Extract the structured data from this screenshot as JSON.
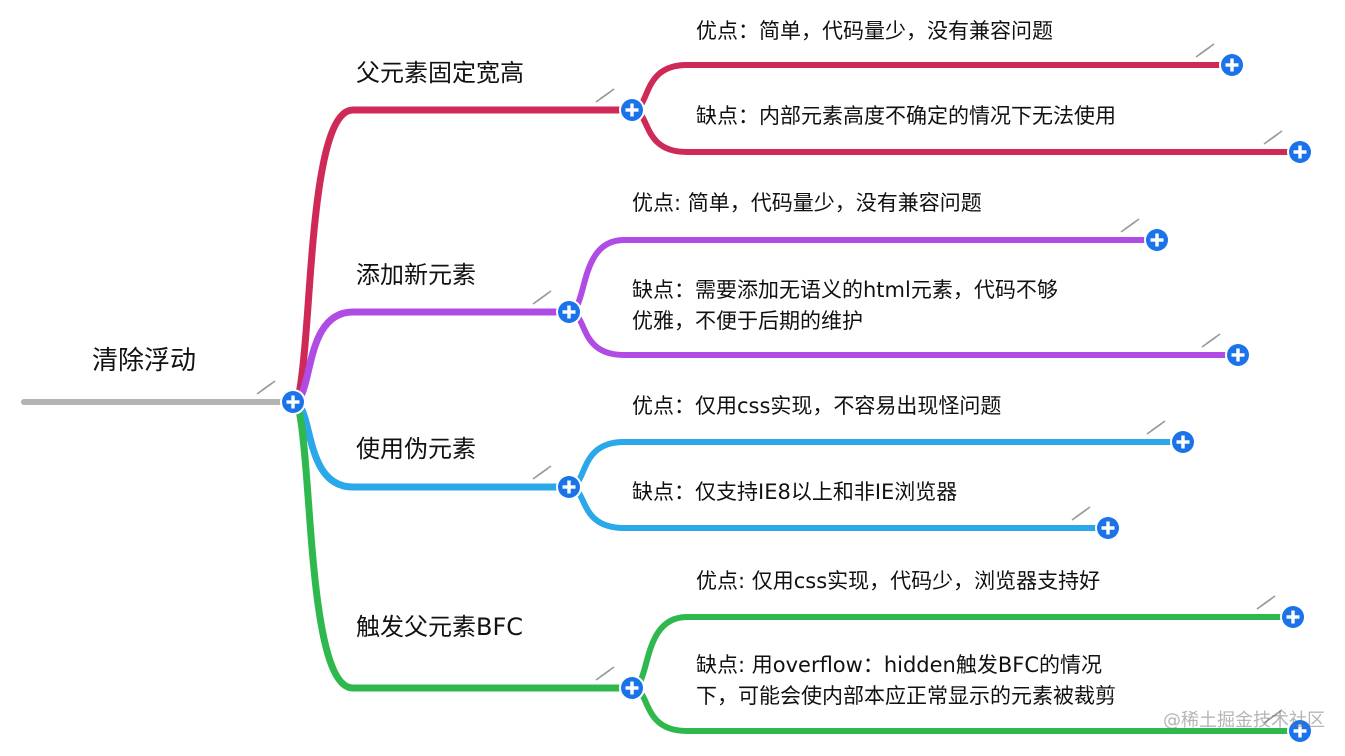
{
  "root": {
    "label": "清除浮动",
    "color": "#b3b3b3"
  },
  "branches": [
    {
      "label": "父元素固定宽高",
      "color": "#cf2a57",
      "leaves": [
        {
          "text": "优点：简单，代码量少，没有兼容问题"
        },
        {
          "text": "缺点：内部元素高度不确定的情况下无法使用"
        }
      ]
    },
    {
      "label": "添加新元素",
      "color": "#b04be3",
      "leaves": [
        {
          "text": "优点: 简单，代码量少，没有兼容问题"
        },
        {
          "text": "缺点：需要添加无语义的html元素，代码不够\n优雅，不便于后期的维护"
        }
      ]
    },
    {
      "label": "使用伪元素",
      "color": "#2aa8ea",
      "leaves": [
        {
          "text": "优点：仅用css实现，不容易出现怪问题"
        },
        {
          "text": "缺点：仅支持IE8以上和非IE浏览器"
        }
      ]
    },
    {
      "label": "触发父元素BFC",
      "color": "#2fb84e",
      "leaves": [
        {
          "text": "优点: 仅用css实现，代码少，浏览器支持好"
        },
        {
          "text": "缺点: 用overflow：hidden触发BFC的情况\n下，可能会使内部本应正常显示的元素被裁剪"
        }
      ]
    }
  ],
  "icons": {
    "expand": "plus-circle-icon",
    "handle": "resize-handle-icon"
  },
  "node_button_color": "#1a73e8",
  "watermark": "@稀土掘金技术社区"
}
